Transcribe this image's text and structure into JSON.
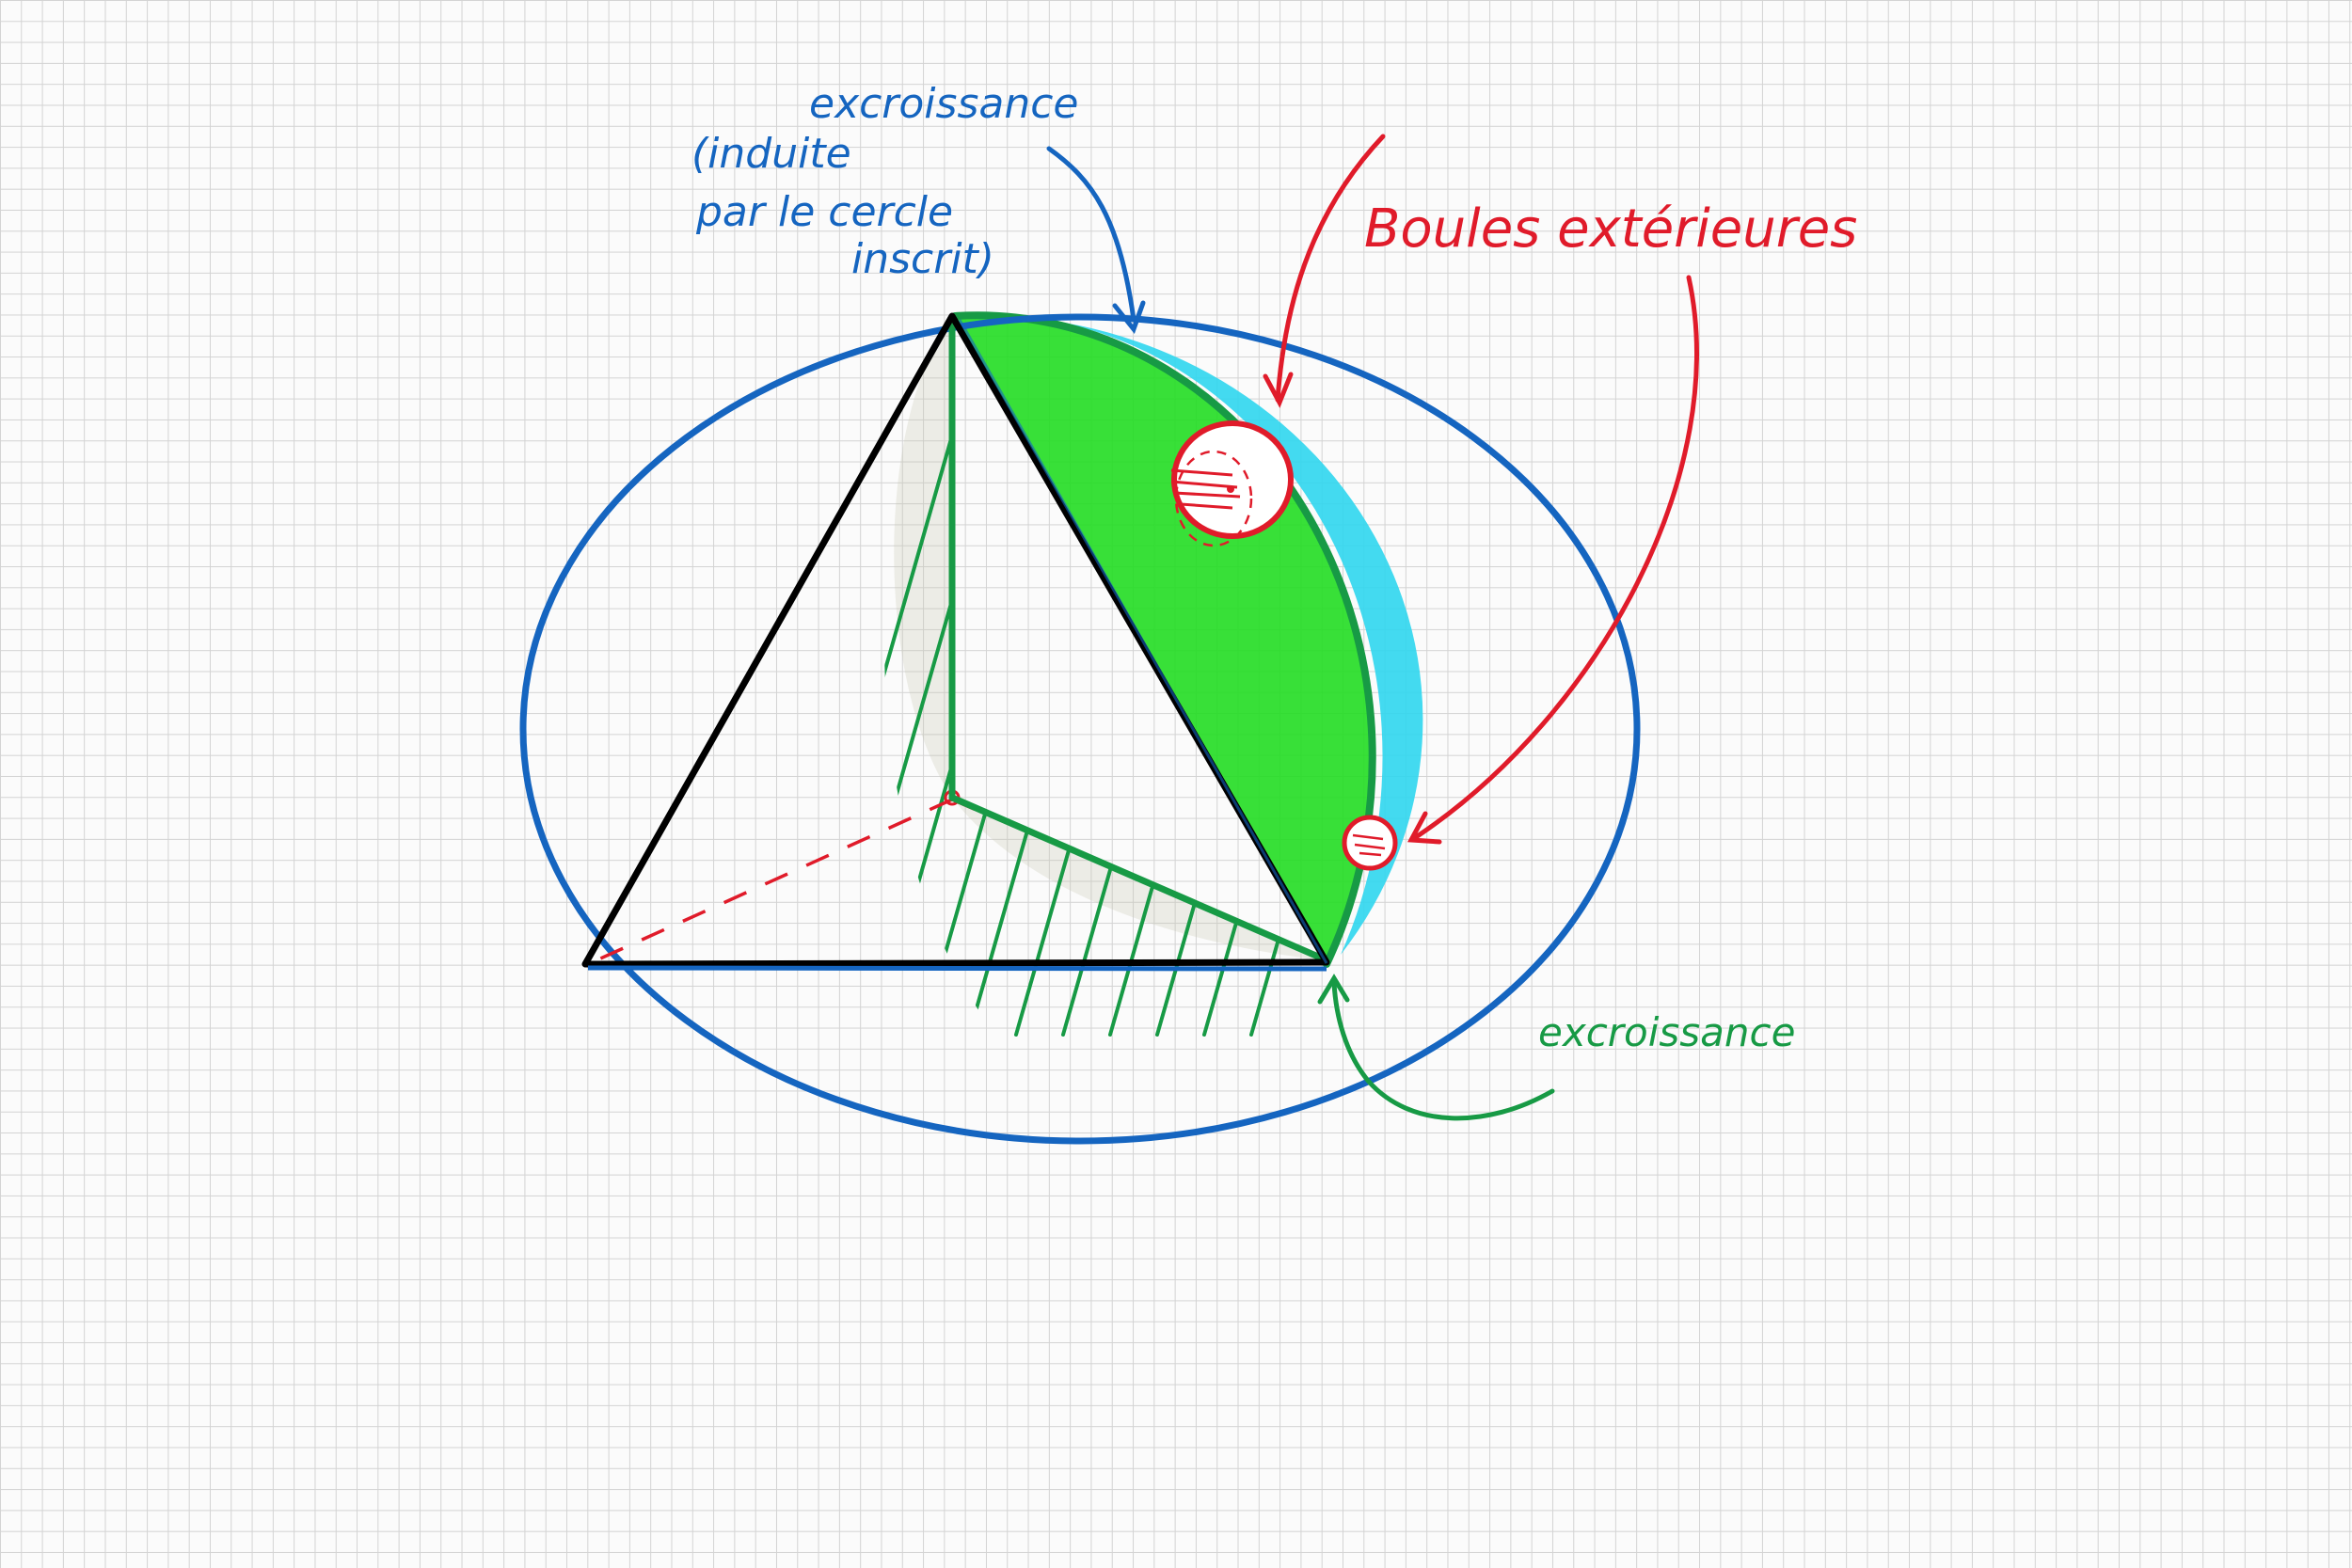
{
  "labels": {
    "blue": {
      "line1": "excroissance",
      "line2": "(induite",
      "line3": "par le cercle",
      "line4": "inscrit)"
    },
    "red": "Boules extérieures",
    "green": "excroissance"
  },
  "colors": {
    "circle": "#1565c0",
    "triangle": "#000000",
    "green_fill": "#22dd22",
    "green_line": "#179a45",
    "cyan_fill": "#2fd6ee",
    "red": "#e01b2a",
    "grid": "#d3d3d3",
    "background": "#fbfbfb"
  }
}
